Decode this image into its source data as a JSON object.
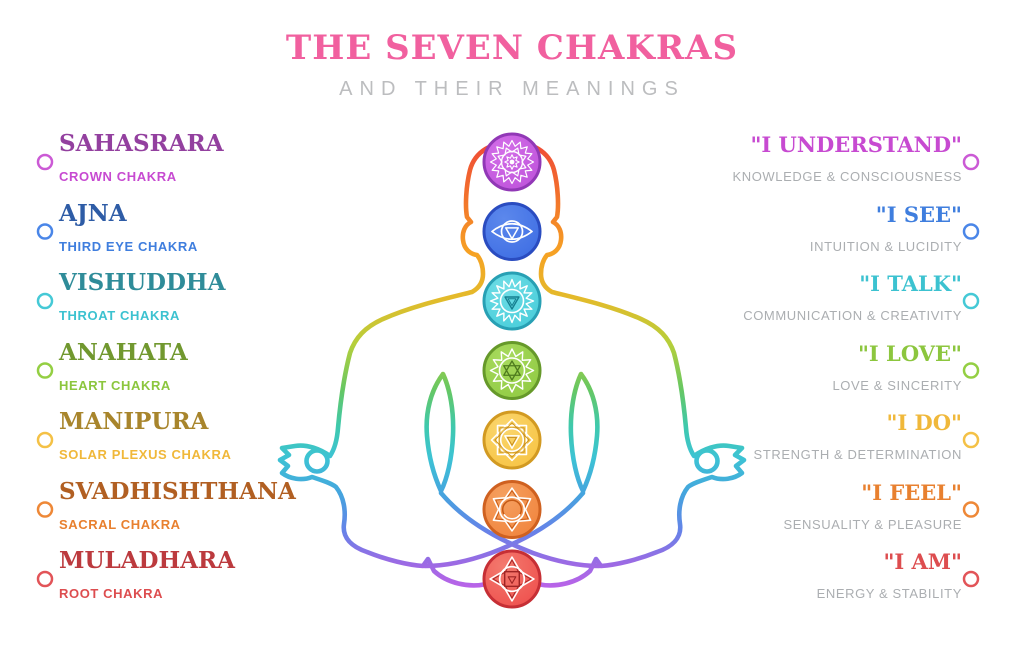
{
  "header": {
    "title": "THE SEVEN CHAKRAS",
    "subtitle": "AND THEIR MEANINGS",
    "title_color": "#f1609f",
    "subtitle_color": "#bcbdbf"
  },
  "meaning_color": "#abaeb1",
  "figure": {
    "description": "meditating person outline in lotus pose with rainbow gradient stroke"
  },
  "rows": [
    {
      "id": "sahasrara",
      "name": "SAHASRARA",
      "subtitle": "CROWN CHAKRA",
      "mantra": "\"I UNDERSTAND\"",
      "meaning": "KNOWLEDGE & CONSCIOUSNESS",
      "name_color": "#93409f",
      "accent_color": "#c74ad1",
      "line_color": "#cb5ad5",
      "chakra_fill": "#bb4fd9",
      "chakra_fill_light": "#d36ee8",
      "chakra_border": "#9138b6",
      "symbol_dark": "#a13ec6",
      "symbol": "crown"
    },
    {
      "id": "ajna",
      "name": "AJNA",
      "subtitle": "THIRD EYE CHAKRA",
      "mantra": "\"I SEE\"",
      "meaning": "INTUITION & LUCIDITY",
      "name_color": "#2e5ca6",
      "accent_color": "#3f7ede",
      "line_color": "#4a86e8",
      "chakra_fill": "#3a6ae2",
      "chakra_fill_light": "#5c88ec",
      "chakra_border": "#2a4cc0",
      "symbol_dark": "#2f55d0",
      "symbol": "third-eye"
    },
    {
      "id": "vishuddha",
      "name": "VISHUDDHA",
      "subtitle": "THROAT CHAKRA",
      "mantra": "\"I TALK\"",
      "meaning": "COMMUNICATION & CREATIVITY",
      "name_color": "#2f8c99",
      "accent_color": "#3cc2d0",
      "line_color": "#45c9d6",
      "chakra_fill": "#43cbd8",
      "chakra_fill_light": "#6fdde6",
      "chakra_border": "#28a0b4",
      "symbol_dark": "#157f90",
      "symbol": "throat"
    },
    {
      "id": "anahata",
      "name": "ANAHATA",
      "subtitle": "HEART CHAKRA",
      "mantra": "\"I LOVE\"",
      "meaning": "LOVE & SINCERITY",
      "name_color": "#71982f",
      "accent_color": "#8cc63e",
      "line_color": "#94cf43",
      "chakra_fill": "#8dc83f",
      "chakra_fill_light": "#a8da5e",
      "chakra_border": "#66992a",
      "symbol_dark": "#4f7c1e",
      "symbol": "heart"
    },
    {
      "id": "manipura",
      "name": "MANIPURA",
      "subtitle": "SOLAR PLEXUS CHAKRA",
      "mantra": "\"I DO\"",
      "meaning": "STRENGTH & DETERMINATION",
      "name_color": "#a8852c",
      "accent_color": "#f0b83a",
      "line_color": "#f4c146",
      "chakra_fill": "#f7c13d",
      "chakra_fill_light": "#fad66e",
      "chakra_border": "#d29a22",
      "symbol_dark": "#c78e1e",
      "symbol": "solar"
    },
    {
      "id": "svadhishthana",
      "name": "SVADHISHTHANA",
      "subtitle": "SACRAL CHAKRA",
      "mantra": "\"I FEEL\"",
      "meaning": "SENSUALITY & PLEASURE",
      "name_color": "#b15f22",
      "accent_color": "#e8802f",
      "line_color": "#ee8837",
      "chakra_fill": "#f08038",
      "chakra_fill_light": "#f5a060",
      "chakra_border": "#cf6120",
      "symbol_dark": "#c55a16",
      "symbol": "sacral"
    },
    {
      "id": "muladhara",
      "name": "MULADHARA",
      "subtitle": "ROOT CHAKRA",
      "mantra": "\"I AM\"",
      "meaning": "ENERGY & STABILITY",
      "name_color": "#bc3a3e",
      "accent_color": "#dd4d4f",
      "line_color": "#e25458",
      "chakra_fill": "#ee4a49",
      "chakra_fill_light": "#f37a6e",
      "chakra_border": "#c62f35",
      "symbol_dark": "#9f2424",
      "symbol": "root"
    }
  ]
}
